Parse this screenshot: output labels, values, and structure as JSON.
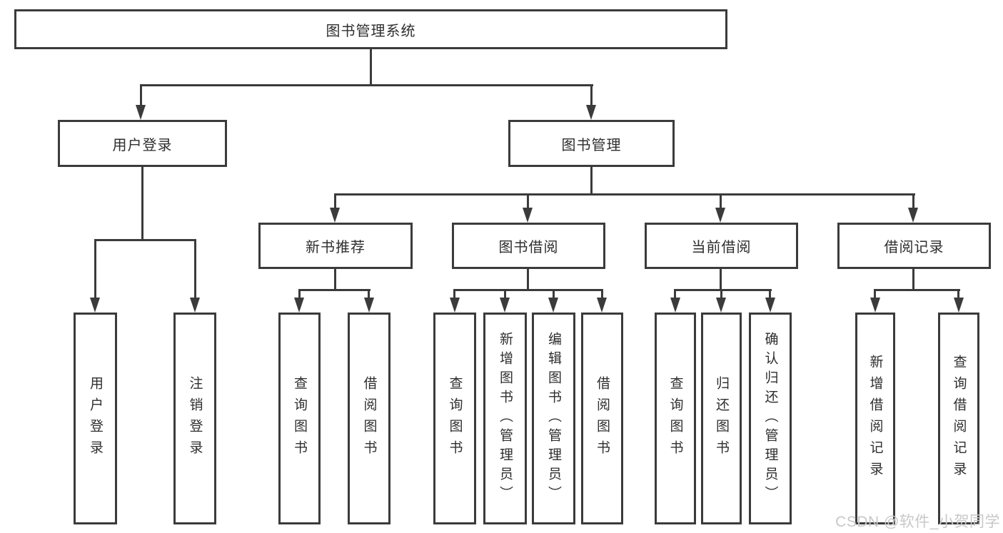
{
  "diagram": {
    "root": {
      "label": "图书管理系统"
    },
    "level2": [
      {
        "label": "用户登录"
      },
      {
        "label": "图书管理"
      }
    ],
    "level3": [
      {
        "label": "新书推荐"
      },
      {
        "label": "图书借阅"
      },
      {
        "label": "当前借阅"
      },
      {
        "label": "借阅记录"
      }
    ],
    "leaves": {
      "user_login": [
        {
          "label": "用户登录"
        },
        {
          "label": "注销登录"
        }
      ],
      "new_book": [
        {
          "label": "查询图书"
        },
        {
          "label": "借阅图书"
        }
      ],
      "book_borrow": [
        {
          "label": "查询图书"
        },
        {
          "label": "新增图书（管理员）"
        },
        {
          "label": "编辑图书（管理员）"
        },
        {
          "label": "借阅图书"
        }
      ],
      "current_borrow": [
        {
          "label": "查询图书"
        },
        {
          "label": "归还图书"
        },
        {
          "label": "确认归还（管理员）"
        }
      ],
      "borrow_records": [
        {
          "label": "新增借阅记录"
        },
        {
          "label": "查询借阅记录"
        }
      ]
    }
  },
  "watermark": {
    "text": "CSDN @软件_小贺同学"
  },
  "colors": {
    "line": "#3b3b3b",
    "text": "#2e2e2e",
    "watermark": "#c8c8c8",
    "background": "#ffffff"
  }
}
